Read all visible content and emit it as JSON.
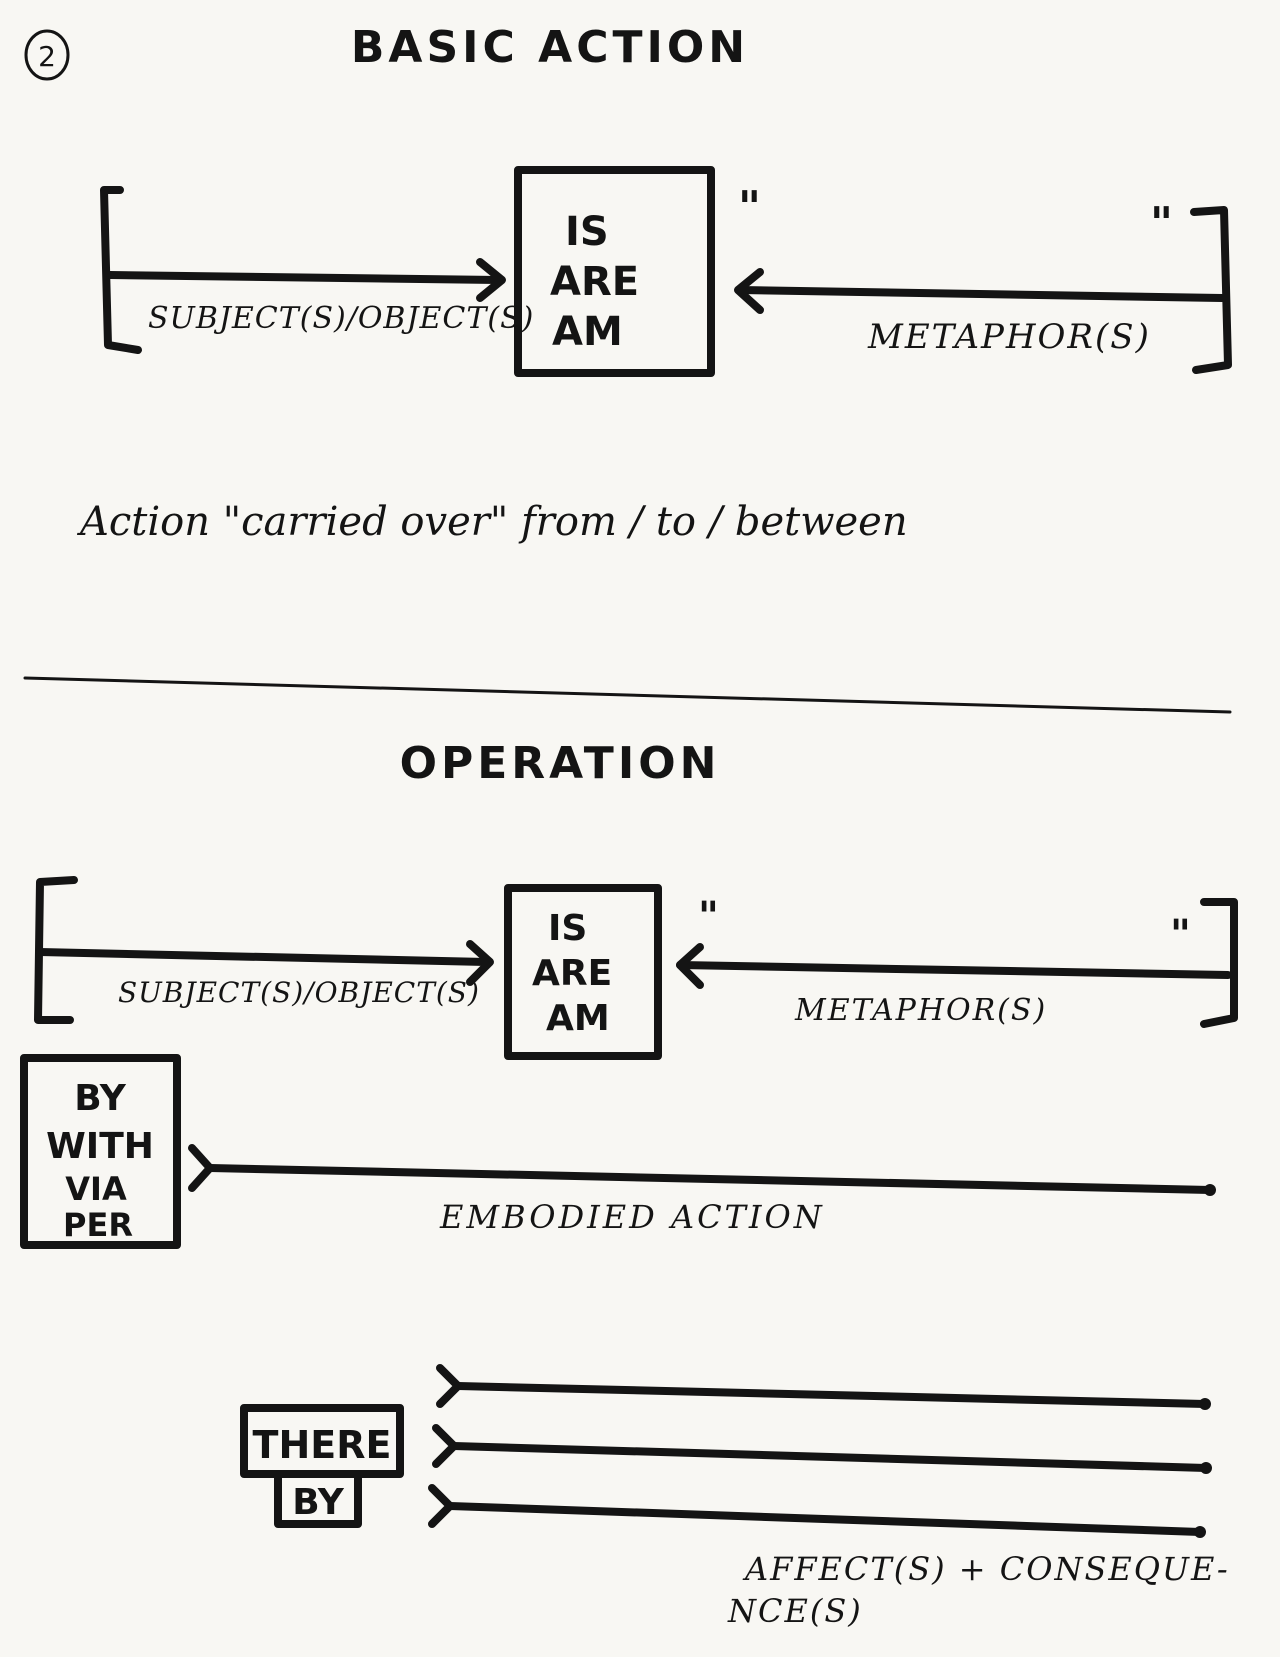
{
  "page_number": "2",
  "sections": {
    "basic": {
      "title": "BASIC ACTION",
      "box_lines": [
        "IS",
        "ARE",
        "AM"
      ],
      "left_label": "SUBJECT(S)/OBJECT(S)",
      "right_label": "METAPHOR(S)",
      "open_quote": "\"",
      "close_quote": "\"",
      "note": "Action \"carried over\" from / to / between"
    },
    "operation": {
      "title": "OPERATION",
      "box_lines": [
        "IS",
        "ARE",
        "AM"
      ],
      "left_label": "SUBJECT(S)/OBJECT(S)",
      "right_label": "METAPHOR(S)",
      "open_quote": "\"",
      "close_quote": "\"",
      "by_box_lines": [
        "BY",
        "WITH",
        "VIA",
        "PER"
      ],
      "embodied_label": "EMBODIED ACTION",
      "thereby_top": "THERE",
      "thereby_bottom": "BY",
      "result_line1": "AFFECT(S) + CONSEQUE-",
      "result_line2": "NCE(S)"
    }
  }
}
